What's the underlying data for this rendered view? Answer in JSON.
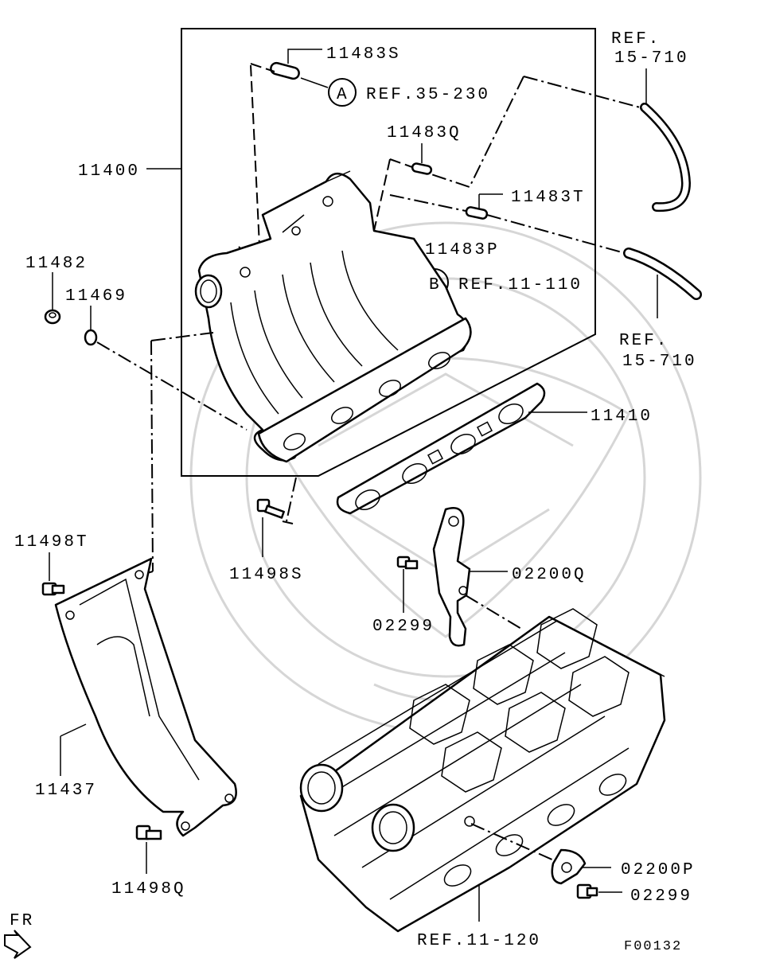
{
  "labels": {
    "p11483S": "11483S",
    "circleA": "A",
    "ref35_230": "REF.35-230",
    "ref15_710_top_1": "REF.",
    "ref15_710_top_2": "15-710",
    "p11483Q": "11483Q",
    "p11400": "11400",
    "p11483T": "11483T",
    "p11483P": "11483P",
    "circleB": "B",
    "ref11_110": "REF.11-110",
    "p11482": "11482",
    "p11469": "11469",
    "ref15_710_mid_1": "REF.",
    "ref15_710_mid_2": "15-710",
    "p11410": "11410",
    "p11498T": "11498T",
    "p11498S": "11498S",
    "p02200Q": "02200Q",
    "p02299_upper": "02299",
    "p11437": "11437",
    "p11498Q": "11498Q",
    "p02200P": "02200P",
    "p02299_lower": "02299",
    "ref11_120": "REF.11-120",
    "fr": "FR",
    "figure_code": "F00132"
  }
}
